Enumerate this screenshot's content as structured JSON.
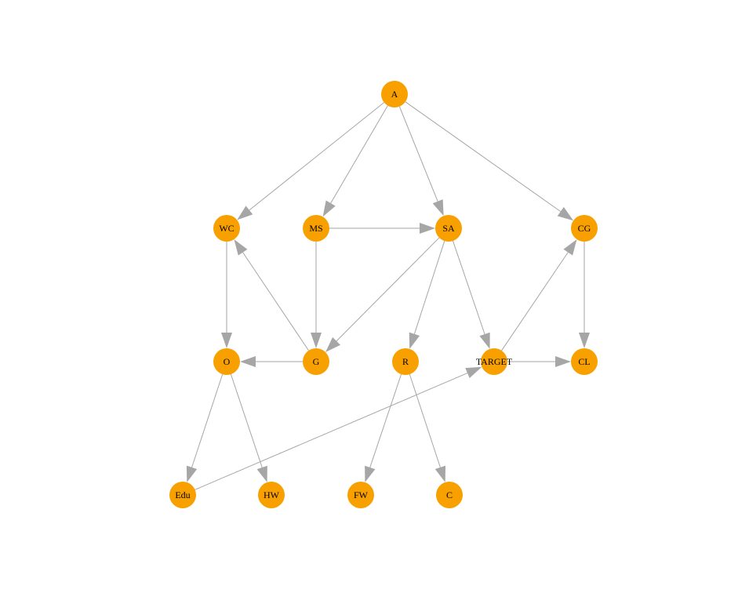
{
  "graph": {
    "node_color": "#f7a000",
    "edge_color": "#a6a6a6",
    "label_color": "#000000",
    "nodes": [
      {
        "id": "A",
        "label": "A"
      },
      {
        "id": "WC",
        "label": "WC"
      },
      {
        "id": "MS",
        "label": "MS"
      },
      {
        "id": "SA",
        "label": "SA"
      },
      {
        "id": "CG",
        "label": "CG"
      },
      {
        "id": "O",
        "label": "O"
      },
      {
        "id": "G",
        "label": "G"
      },
      {
        "id": "R",
        "label": "R"
      },
      {
        "id": "TARGET",
        "label": "TARGET"
      },
      {
        "id": "CL",
        "label": "CL"
      },
      {
        "id": "Edu",
        "label": "Edu"
      },
      {
        "id": "HW",
        "label": "HW"
      },
      {
        "id": "FW",
        "label": "FW"
      },
      {
        "id": "C",
        "label": "C"
      }
    ],
    "edges": [
      {
        "from": "A",
        "to": "WC"
      },
      {
        "from": "A",
        "to": "MS"
      },
      {
        "from": "A",
        "to": "SA"
      },
      {
        "from": "A",
        "to": "CG"
      },
      {
        "from": "MS",
        "to": "SA"
      },
      {
        "from": "MS",
        "to": "G"
      },
      {
        "from": "WC",
        "to": "O"
      },
      {
        "from": "G",
        "to": "WC"
      },
      {
        "from": "G",
        "to": "O"
      },
      {
        "from": "SA",
        "to": "G"
      },
      {
        "from": "SA",
        "to": "R"
      },
      {
        "from": "SA",
        "to": "TARGET"
      },
      {
        "from": "TARGET",
        "to": "CG"
      },
      {
        "from": "TARGET",
        "to": "CL"
      },
      {
        "from": "CG",
        "to": "CL"
      },
      {
        "from": "O",
        "to": "Edu"
      },
      {
        "from": "O",
        "to": "HW"
      },
      {
        "from": "Edu",
        "to": "TARGET"
      },
      {
        "from": "R",
        "to": "FW"
      },
      {
        "from": "R",
        "to": "C"
      }
    ]
  }
}
